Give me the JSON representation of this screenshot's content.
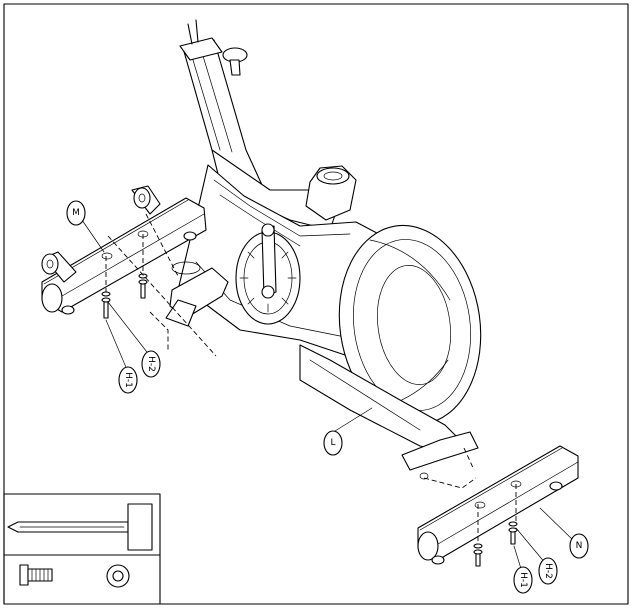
{
  "callouts": {
    "frame": "L",
    "front_stabilizer": "M",
    "rear_stabilizer": "N",
    "bolt_left": "H-1",
    "washer_left": "H-2",
    "bolt_right": "H-1",
    "washer_right": "H-2"
  },
  "hardware_panel": {
    "tool": "allen-key-icon",
    "bolt": "bolt-icon",
    "washer": "washer-icon"
  }
}
